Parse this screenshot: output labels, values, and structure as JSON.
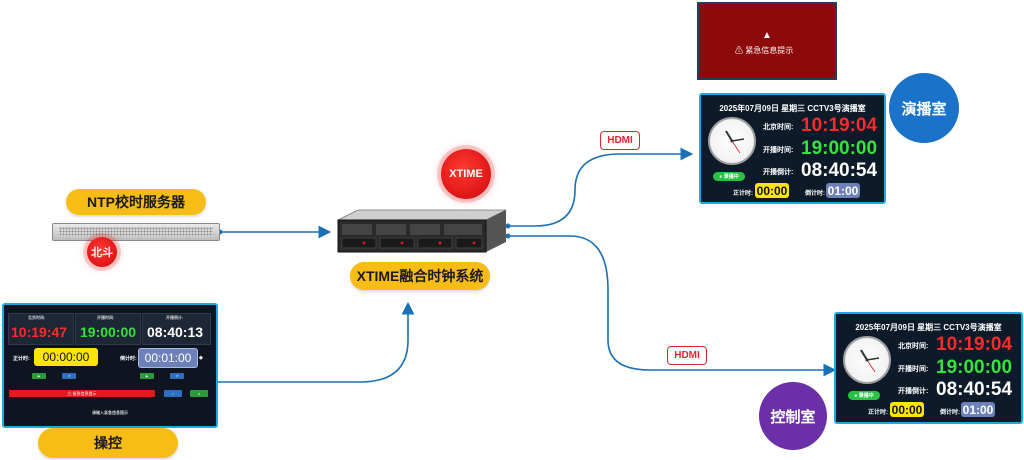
{
  "ntp": {
    "label": "NTP校时服务器",
    "beidou": "北斗"
  },
  "xtime": {
    "logo": "XTIME",
    "label": "XTIME融合时钟系统"
  },
  "control": {
    "label": "操控"
  },
  "links": {
    "hdmi_top": "HDMI",
    "hdmi_bottom": "HDMI"
  },
  "emergency": {
    "icon": "warning-icon",
    "text": "⚠ 紧急信息提示"
  },
  "rooms": {
    "broadcast": "演播室",
    "control": "控制室"
  },
  "display": {
    "title": "2025年07月09日 星期三  CCTV3号演播室",
    "bj_label": "北京时间:",
    "bj_time": "10:19:04",
    "start_label": "开播时间:",
    "start_time": "19:00:00",
    "countdown_label": "开播倒计:",
    "countdown": "08:40:54",
    "status": "● 录播中",
    "timer_label": "正计时:",
    "timer": "00:00",
    "count_label": "倒计时:",
    "count": "01:00"
  },
  "panel": {
    "bj_label": "北京时间:",
    "bj_time": "10:19:47",
    "start_label": "开播时间:",
    "start_time": "19:00:00",
    "countdown_label": "开播倒计:",
    "countdown": "08:40:13",
    "timer_label": "正计时:",
    "timer": "00:00:00",
    "count_label": "倒计时:",
    "count": "00:01:00",
    "emergency_btn": "⚠ 紧急信息提示",
    "footer": "请输入紧急信息提示"
  },
  "colors": {
    "accent": "#f7bd14",
    "link": "#1a6fb5",
    "red": "#e51a1a",
    "blue_circle": "#1a73c8",
    "purple_circle": "#6b2fa8",
    "screen_border": "#1fa9e1"
  }
}
